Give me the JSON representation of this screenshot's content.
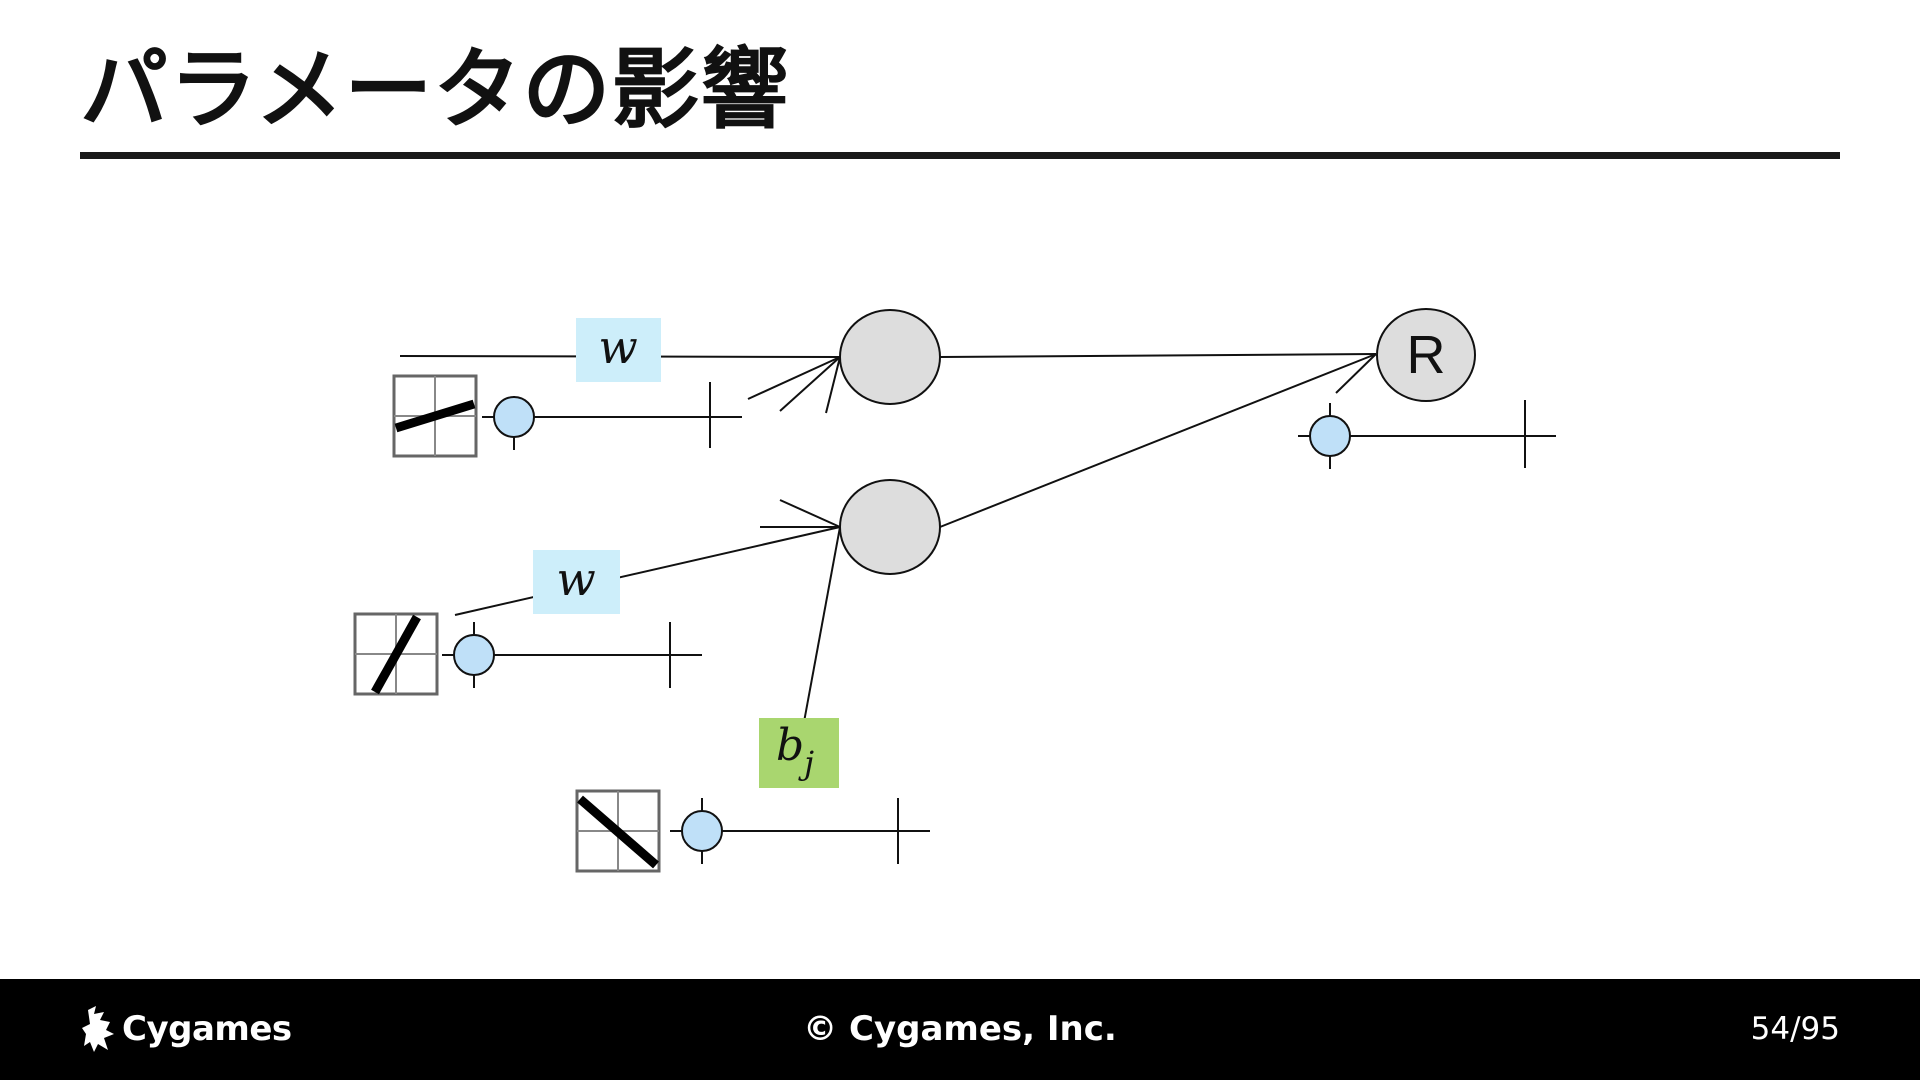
{
  "slide": {
    "title": "パラメータの影響"
  },
  "diagram": {
    "labels": {
      "weight_top": "w",
      "weight_middle": "w",
      "bias_base": "b",
      "bias_sub": "j",
      "output": "R"
    },
    "icons": {
      "input_a": "gentle-slash-pattern-icon",
      "input_b": "steep-slash-pattern-icon",
      "input_c": "backslash-pattern-icon"
    },
    "colors": {
      "weight_label_bg": "#cdeefa",
      "bias_label_bg": "#a9d66f",
      "node_fill": "#dddddd",
      "slider_knob": "#bfe0f8"
    }
  },
  "footer": {
    "logo_text": "Cygames",
    "copyright": "© Cygames, Inc.",
    "page": "54/95"
  }
}
